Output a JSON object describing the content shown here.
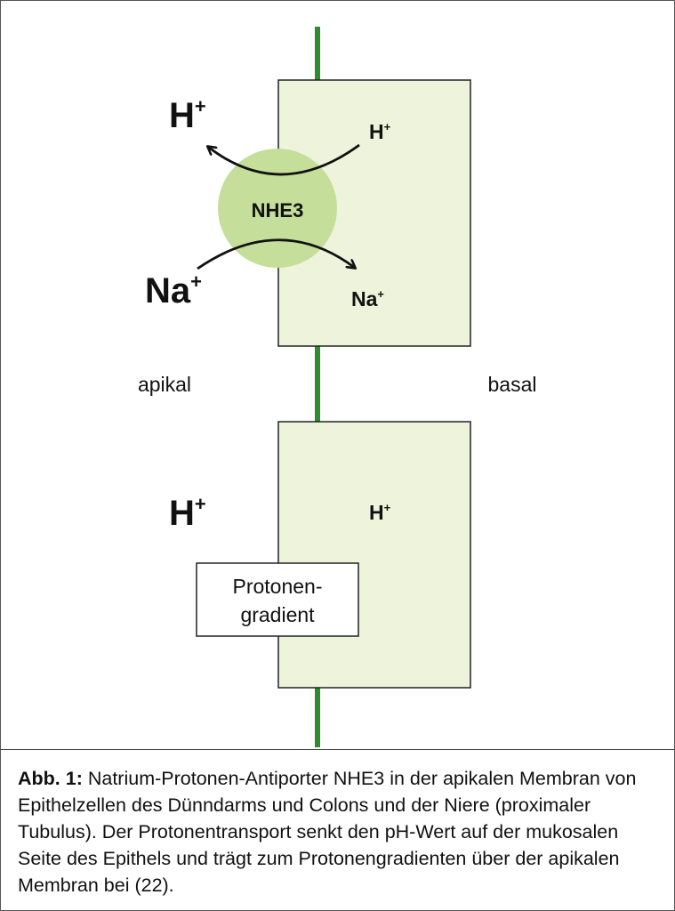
{
  "colors": {
    "membrane": "#2e8b2e",
    "cell_fill": "#eef3dc",
    "protein": "#c5de9a"
  },
  "top": {
    "protein_label": "NHE3",
    "left_ion_1": "H",
    "left_ion_2": "Na",
    "right_ion_1": "H",
    "right_ion_2": "Na",
    "charge": "+"
  },
  "sides": {
    "apical": "apikal",
    "basal": "basal"
  },
  "bottom": {
    "left_ion": "H",
    "right_ion": "H",
    "charge": "+",
    "gradient_line1": "Protonen-",
    "gradient_line2": "gradient"
  },
  "caption": {
    "label": "Abb. 1:",
    "text": "Natrium-Protonen-Antiporter NHE3 in der apikalen Membran von Epithelzellen des Dünndarms und Colons und der Niere (proximaler Tubulus). Der Protonentransport senkt den pH-Wert auf der mukosalen Seite des Epithels und trägt zum Protonengradienten über der apikalen Membran bei (22)."
  }
}
